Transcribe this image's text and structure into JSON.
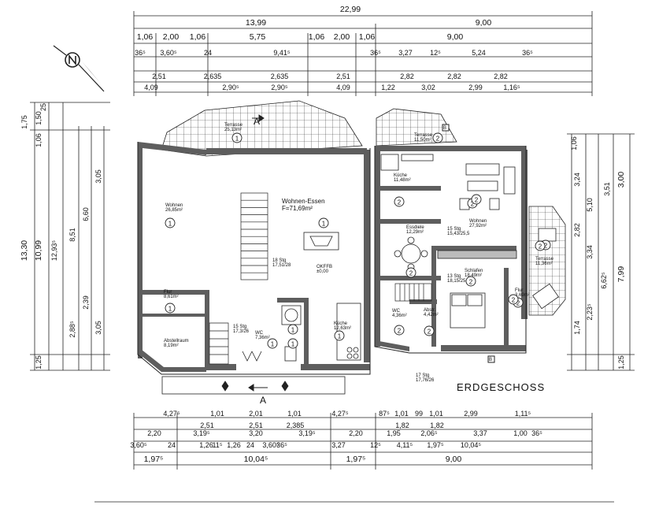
{
  "plan": {
    "title": "ERDGESCHOSS",
    "section_a": "A",
    "section_b": "B"
  },
  "dimensions": {
    "top": [
      "22,99",
      "13,99",
      "9,00",
      "1,06",
      "2,00",
      "1,06",
      "5,75",
      "1,06",
      "2,00",
      "1,06",
      "9,00",
      "36⁵",
      "3,60⁵",
      "24",
      "9,41⁵",
      "36⁵",
      "3,27",
      "12⁵",
      "5,24",
      "36⁵",
      "2,51",
      "2,635",
      "2,635",
      "2,51",
      "2,82",
      "2,82",
      "2,82",
      "4,09",
      "2,90⁵",
      "2,90⁵",
      "4,09",
      "1,22",
      "3,02",
      "2,99",
      "1,16⁵"
    ],
    "bottom": [
      "4,27⁵",
      "1,01",
      "2,01",
      "1,01",
      "4,27⁵",
      "87⁵",
      "1,01",
      "99",
      "1,01",
      "2,99",
      "1,11⁵",
      "2,51",
      "2,51",
      "2,385",
      "1,82",
      "1,82",
      "2,20",
      "3,19⁵",
      "3,20",
      "3,19⁵",
      "2,20",
      "1,95",
      "2,06⁵",
      "3,37",
      "1,00",
      "36⁵",
      "3,60⁵",
      "24",
      "1,26",
      "11⁵",
      "1,26",
      "24",
      "3,60⁵",
      "36⁵",
      "3,27",
      "12⁵",
      "4,11⁵",
      "1,97⁵",
      "10,04⁵",
      "1,97⁵",
      "9,00"
    ],
    "left": [
      "1,75",
      "1,50",
      "25",
      "1,06",
      "13,30",
      "10,99",
      "12,93⁵",
      "8,51",
      "6,60",
      "3,05",
      "1,25",
      "2,88⁵",
      "2,39",
      "3,05"
    ],
    "right": [
      "1,06",
      "3,24",
      "3,51",
      "3,00",
      "5,10",
      "7,99",
      "1,25",
      "2,82",
      "3,34",
      "6,62⁵",
      "2,23⁵",
      "1,74"
    ]
  },
  "rooms": [
    {
      "name": "Wohnen",
      "area": "26,85m²"
    },
    {
      "name": "Wohnen-Essen",
      "area": "F=71,69m²"
    },
    {
      "name": "Terrasse",
      "area": "25,13m²"
    },
    {
      "name": "Terrasse",
      "area": "11,50m²"
    },
    {
      "name": "Flur",
      "area": "8,61m²"
    },
    {
      "name": "Abstellraum",
      "area": "8,19m²"
    },
    {
      "name": "WC",
      "area": "7,36m²"
    },
    {
      "name": "Küche",
      "area": "12,63m²"
    },
    {
      "name": "OKFFB",
      "area": "±0,00"
    },
    {
      "name": "Küche",
      "area": "11,48m²"
    },
    {
      "name": "Wohnen",
      "area": "27,92m²"
    },
    {
      "name": "Essdiele",
      "area": "12,29m²"
    },
    {
      "name": "Schlafen",
      "area": "18,49m²"
    },
    {
      "name": "Flur",
      "area": "3,69m²"
    },
    {
      "name": "Terrasse",
      "area": "11,36m²"
    },
    {
      "name": "WC",
      "area": "4,36m²"
    },
    {
      "name": "Abstr.",
      "area": "4,42m²"
    }
  ],
  "stairs": [
    "18 Stg 17,51/28",
    "15 Stg 15,43/25,5",
    "15 Stg 17,3/26",
    "13 Stg 18,15/25,5",
    "17 Stg 17,76/26"
  ],
  "room_markers": [
    "1",
    "2"
  ]
}
